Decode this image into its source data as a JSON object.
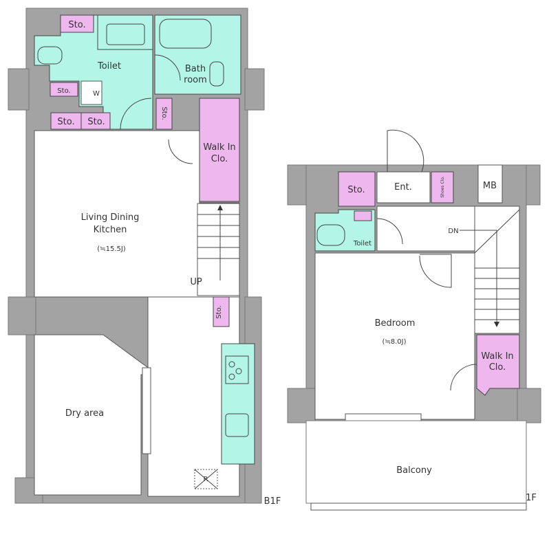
{
  "b1f": {
    "floor_label": "B1F",
    "rooms": {
      "sto_top": "Sto.",
      "toilet": "Toilet",
      "bath_line1": "Bath",
      "bath_line2": "room",
      "sto_left": "Sto.",
      "washer": "W",
      "sto_vertical": "Sto.",
      "sto_a": "Sto.",
      "sto_b": "Sto.",
      "wic_line1": "Walk In",
      "wic_line2": "Clo.",
      "ldk_line1": "Living Dining",
      "ldk_line2": "Kitchen",
      "ldk_size": "(≒15.5J)",
      "stairs_up": "UP",
      "sto_kitchen": "Sto.",
      "dry_area": "Dry area",
      "refrigerator": "R"
    }
  },
  "f1": {
    "floor_label": "1F",
    "rooms": {
      "sto": "Sto.",
      "entrance": "Ent.",
      "shoes_closet": "Shoes Clo.",
      "mb": "MB",
      "toilet": "Toilet",
      "stairs_down": "DN",
      "bedroom": "Bedroom",
      "bedroom_size": "(≒8.0J)",
      "wic_line1": "Walk In",
      "wic_line2": "Clo.",
      "balcony": "Balcony"
    }
  },
  "colors": {
    "wall": "#a3a3a3",
    "wet_area": "#b3f5e6",
    "storage": "#eeb8ee"
  }
}
